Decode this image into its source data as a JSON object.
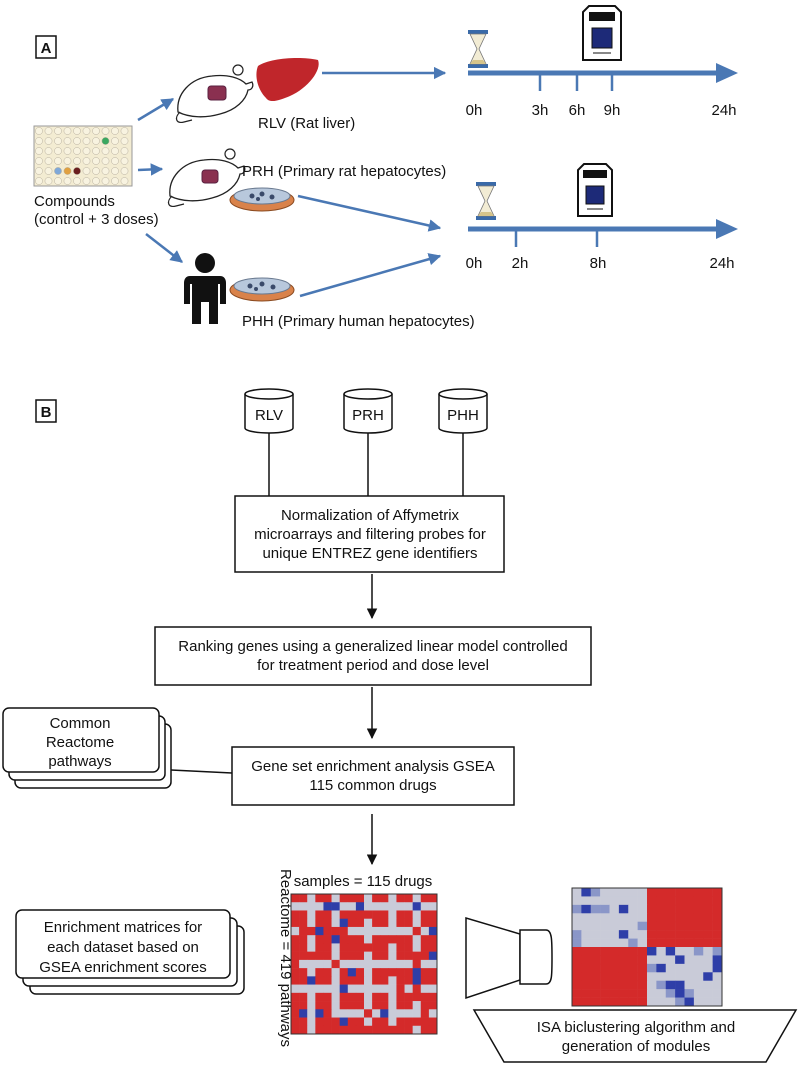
{
  "panelA": {
    "label": "A",
    "compounds_line1": "Compounds",
    "compounds_line2": "(control + 3 doses)",
    "rlv_label": "RLV (Rat liver)",
    "prh_label": "PRH (Primary rat hepatocytes)",
    "phh_label": "PHH (Primary human hepatocytes)",
    "timeline1_ticks": [
      "0h",
      "3h",
      "6h",
      "9h",
      "24h"
    ],
    "timeline2_ticks": [
      "0h",
      "2h",
      "8h",
      "24h"
    ]
  },
  "panelB": {
    "label": "B",
    "datasets": [
      "RLV",
      "PRH",
      "PHH"
    ],
    "step1": [
      "Normalization of Affymetrix",
      "microarrays and filtering probes for",
      "unique ENTREZ gene identifiers"
    ],
    "step2": [
      "Ranking genes using a generalized linear model controlled",
      "for treatment period and dose level"
    ],
    "step3": [
      "Gene set enrichment analysis GSEA",
      "115 common drugs"
    ],
    "reactome_stack": [
      "Common",
      "Reactome",
      "pathways"
    ],
    "matrix_stack": [
      "Enrichment matrices for",
      "each dataset based on",
      "GSEA enrichment scores"
    ],
    "samples_label": "samples = 115 drugs",
    "reactome_label": "Reactome = 419 pathways",
    "isa_label": [
      "ISA biclustering algorithm and",
      "generation of modules"
    ]
  },
  "colors": {
    "arrow_blue": "#4a78b4",
    "heat_red": "#d42a2a",
    "heat_grey": "#c9cbd8",
    "heat_blue": "#2e3ea8",
    "liver": "#c0262b",
    "dish": "#d9824a"
  }
}
